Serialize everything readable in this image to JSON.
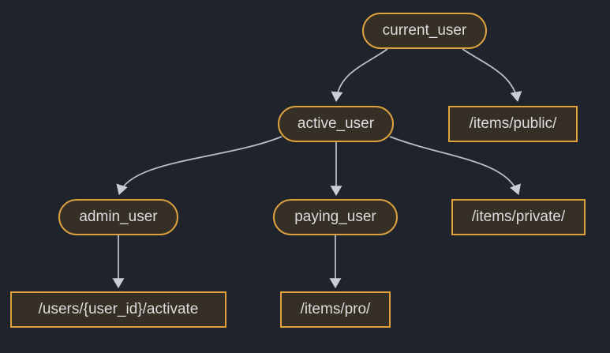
{
  "diagram": {
    "type": "flowchart",
    "direction": "top-down",
    "nodes": [
      {
        "id": "current_user",
        "label": "current_user",
        "shape": "rounded"
      },
      {
        "id": "active_user",
        "label": "active_user",
        "shape": "rounded"
      },
      {
        "id": "items_public",
        "label": "/items/public/",
        "shape": "rect"
      },
      {
        "id": "admin_user",
        "label": "admin_user",
        "shape": "rounded"
      },
      {
        "id": "paying_user",
        "label": "paying_user",
        "shape": "rounded"
      },
      {
        "id": "items_private",
        "label": "/items/private/",
        "shape": "rect"
      },
      {
        "id": "users_activate",
        "label": "/users/{user_id}/activate",
        "shape": "rect"
      },
      {
        "id": "items_pro",
        "label": "/items/pro/",
        "shape": "rect"
      }
    ],
    "edges": [
      {
        "from": "current_user",
        "to": "active_user"
      },
      {
        "from": "current_user",
        "to": "items_public"
      },
      {
        "from": "active_user",
        "to": "admin_user"
      },
      {
        "from": "active_user",
        "to": "paying_user"
      },
      {
        "from": "active_user",
        "to": "items_private"
      },
      {
        "from": "admin_user",
        "to": "users_activate"
      },
      {
        "from": "paying_user",
        "to": "items_pro"
      }
    ],
    "colors": {
      "background": "#1f232c",
      "node_fill": "#362f25",
      "node_border": "#dda23e",
      "edge": "#b7bec9",
      "arrowhead": "#c9ced6",
      "text": "#dcdcde"
    }
  }
}
